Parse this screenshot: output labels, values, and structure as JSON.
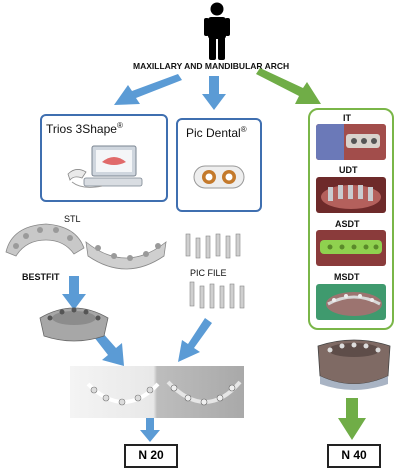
{
  "top_label": "MAXILLARY AND MANDIBULAR ARCH",
  "left_box": {
    "title": "Trios 3Shape",
    "mark": "®"
  },
  "mid_box": {
    "title": "Pic Dental",
    "mark": "®"
  },
  "stl_label": "STL",
  "bestfit_label": "BESTFIT",
  "pic_file_label": "PIC FILE",
  "right_panel": {
    "items": [
      {
        "label": "IT"
      },
      {
        "label": "UDT"
      },
      {
        "label": "ASDT"
      },
      {
        "label": "MSDT"
      }
    ]
  },
  "results": {
    "left": "N 20",
    "right": "N 40"
  },
  "colors": {
    "blue_arrow": "#5b9bd5",
    "green_arrow": "#70ad47",
    "blue_border": "#3f6fb0",
    "green_border": "#7ab648"
  }
}
